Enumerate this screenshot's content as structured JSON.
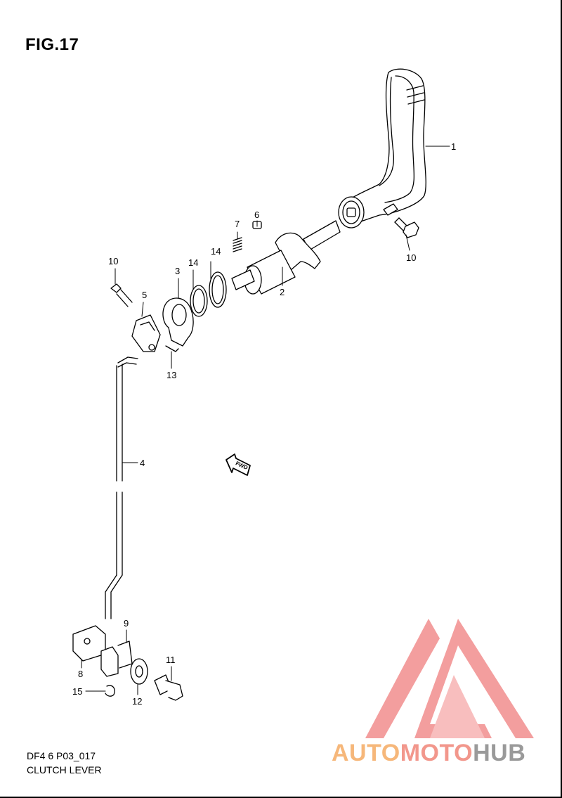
{
  "figure": {
    "title": "FIG.17",
    "code": "DF4 6 P03_017",
    "name": "CLUTCH LEVER",
    "fwd_label": "FWD"
  },
  "callouts": {
    "p1": "1",
    "p2": "2",
    "p3": "3",
    "p4": "4",
    "p5": "5",
    "p6": "6",
    "p7": "7",
    "p8": "8",
    "p9": "9",
    "p10a": "10",
    "p10b": "10",
    "p11": "11",
    "p12": "12",
    "p13": "13",
    "p14a": "14",
    "p14b": "14",
    "p15": "15"
  },
  "watermark": {
    "part1": "AUTO",
    "part2": "MOTO",
    "part3": "HUB",
    "color_logo": "#f28e8e",
    "color_auto": "#f6b77a",
    "color_moto": "#f2978c",
    "color_hub": "#9a9a9a"
  }
}
